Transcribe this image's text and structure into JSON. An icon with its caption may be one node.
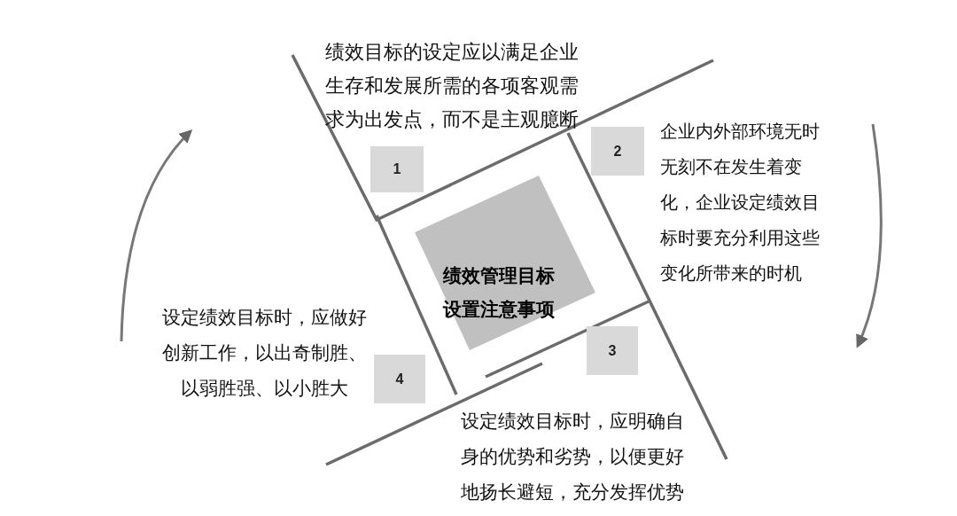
{
  "diagram": {
    "nodes": [
      {
        "text": [
          "绩效管理目标设置注意事项"
        ]
      },
      {
        "text": [
          "1"
        ],
        "beside": [
          "绩效目标的设定应以满足企业生存和发展所需的各项客观需求为出发点，而不是主观臆断"
        ]
      },
      {
        "text": [
          "2"
        ],
        "beside": [
          "企业内外部环境无时无刻不在发生着变化，企业设定绩效目标时要充分利用这些变化所带来的时机"
        ]
      },
      {
        "text": [
          "3"
        ],
        "beside": [
          "设定绩效目标时，应明确自身的优势和劣势，以便更好地扬长避短，充分发挥优势"
        ]
      },
      {
        "text": [
          "4"
        ],
        "beside": [
          "设定绩效目标时，应做好创新工作，以出奇制胜、以弱胜强、以小胜大"
        ]
      }
    ]
  }
}
